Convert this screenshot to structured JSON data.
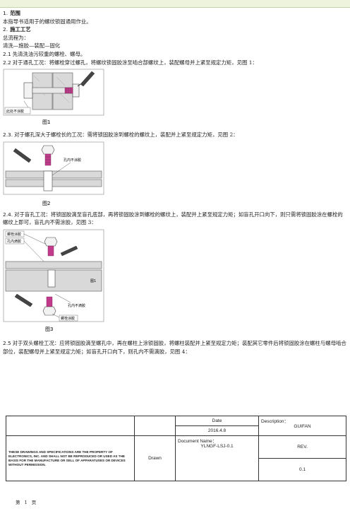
{
  "sections": {
    "s1": {
      "num": "1.",
      "title": "范围"
    },
    "s1_text": "本指导书适用于的螺纹锁固通用作业。",
    "s2": {
      "num": "2.",
      "title": "施工工艺"
    },
    "flow_label": "总流程为：",
    "flow": "清洗—施胶—装配—固化",
    "p21": {
      "num": "2.1",
      "text": "先清洗油污较重的螺栓、螺母。"
    },
    "p22": {
      "num": "2.2",
      "text": "对于通孔工况：将螺栓穿过螺孔，将螺纹锁固胶涂至啮合部螺纹上，装配螺母并上紧至规定力矩，见图 1："
    },
    "p23": {
      "num": "2.3.",
      "text": "对于螺孔深大于螺栓长的工况：需将锁固胶涂到螺栓的螺纹上，装配并上紧至规定力矩，见图 2："
    },
    "p24": {
      "num": "2.4.",
      "text": "对于盲孔工况：将锁固胶滴至盲孔底部，再将锁固胶涂到螺栓的螺纹上，装配并上紧至规定力矩；如盲孔开口向下，则只需将锁固胶涂在螺栓的螺纹上即可，盲孔内不需涂胶，见图 3："
    },
    "p25": {
      "num": "2.5",
      "text": "对于双头螺栓工况：应将锁固胶滴至螺孔中，再在螺柱上涂锁固胶，将螺柱装配并上紧至规定力矩；装配其它零件后将锁固胶涂在螺柱与螺母啮合部位，装配螺母并上紧至规定力矩；如盲孔开口向下，则孔内不需滴胶，见图 4："
    }
  },
  "figures": {
    "fig1": {
      "label": "此处不涂胶",
      "caption": "图1"
    },
    "fig2": {
      "label": "孔内不涂胶",
      "caption": "图2"
    },
    "fig3": {
      "label_a": "螺栓涂胶",
      "label_b": "孔内滴胶",
      "label_c": "图1",
      "label_d": "孔内不滴胶",
      "label_e": "螺栓涂胶",
      "caption": "图3"
    }
  },
  "footer": {
    "date_label": "Date",
    "date_value": "2016.4.8",
    "description_label": "Description：",
    "description_value": "GUIFAN",
    "disclaimer": "THESE DRAWINGS AND SPECIFICATIONS ARE THE PROPERTY OF ELECTRONICS, INC. AND SHALL NOT BE REPRODUCED OR USED AS THE BASIS FOR THE MANUFACTURE OR SELL OF APPARATUSES OR DEVICES WITHOUT PERMISSION.",
    "drawn_label": "Drawn",
    "docname_label": "Document Name：",
    "docname_value": "YLNGF-LSJ-0.1",
    "rev_label": "REV.",
    "rev_value": "0.1"
  },
  "page": {
    "label_pre": "第",
    "number": "1",
    "label_post": "页"
  }
}
